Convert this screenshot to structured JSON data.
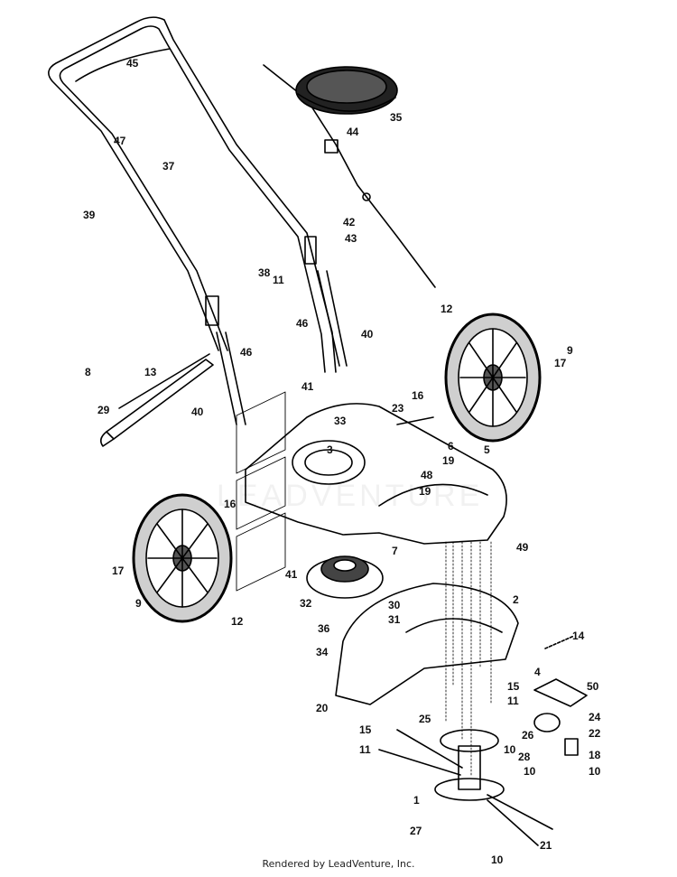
{
  "diagram": {
    "labels": [
      "45",
      "35",
      "47",
      "44",
      "37",
      "39",
      "42",
      "43",
      "38",
      "11",
      "46",
      "40",
      "12",
      "9",
      "17",
      "46",
      "8",
      "13",
      "29",
      "40",
      "41",
      "16",
      "23",
      "33",
      "3",
      "6",
      "5",
      "19",
      "48",
      "19",
      "16",
      "7",
      "49",
      "17",
      "9",
      "41",
      "12",
      "32",
      "2",
      "30",
      "31",
      "36",
      "34",
      "14",
      "4",
      "50",
      "20",
      "15",
      "11",
      "25",
      "24",
      "26",
      "22",
      "28",
      "18",
      "15",
      "11",
      "10",
      "10",
      "10",
      "1",
      "27",
      "21",
      "10"
    ]
  },
  "watermark": "LEADVENTURE",
  "footer": {
    "text": "Rendered by LeadVenture, Inc."
  }
}
